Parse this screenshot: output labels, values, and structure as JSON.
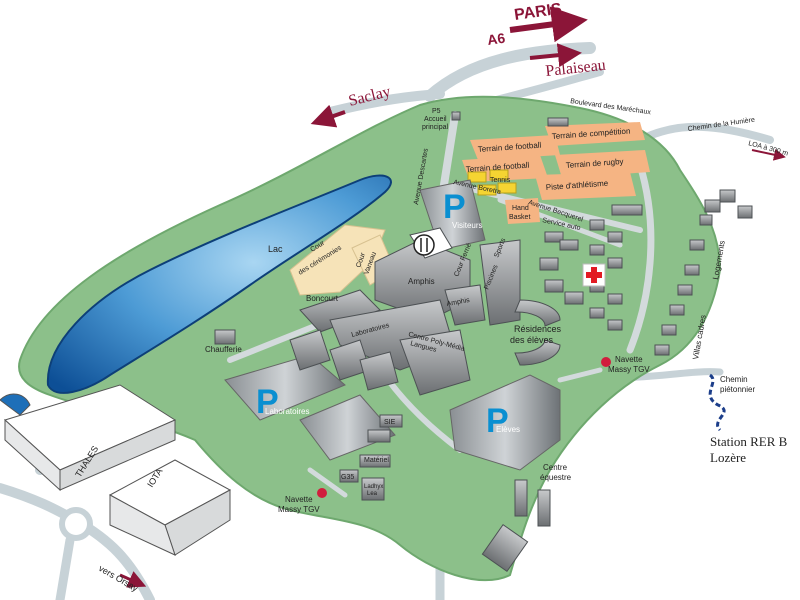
{
  "directions": {
    "paris": "PARIS",
    "a6": "A6",
    "palaiseau": "Palaiseau",
    "saclay": "Saclay",
    "orsay": "vers Orsay",
    "loa": "LOA à 300 m"
  },
  "roads": {
    "boulevard": "Boulevard des Maréchaux",
    "huniere": "Chemin de la Hunière",
    "descartes": "Avenue Descartes",
    "boretra": "Avenue Boretra",
    "becquerel": "Avenue Becquerel",
    "pietonnier_1": "Chemin",
    "pietonnier_2": "piétonnier"
  },
  "places": {
    "p5_1": "P5",
    "p5_2": "Accueil",
    "p5_3": "principal",
    "lac": "Lac",
    "cour_ceremonies_1": "Cour",
    "cour_ceremonies_2": "des cérémonies",
    "cour_vaneau_1": "Cour",
    "cour_vaneau_2": "Vaneau",
    "cour_ferrie": "Cour Ferrié",
    "boncourt": "Boncourt",
    "amphis": "Amphis",
    "amphis2": "Amphis",
    "sports": "Sports",
    "piscines": "Piscines",
    "chaufferie": "Chaufferie",
    "laboratoires": "Laboratoires",
    "centre_poly_1": "Centre Poly-Média",
    "centre_poly_2": "Langues",
    "residences_1": "Résidences",
    "residences_2": "des élèves",
    "terrain_competition": "Terrain de compétition",
    "terrain_football_1": "Terrain de football",
    "terrain_football_2": "Terrain de football",
    "terrain_rugby": "Terrain de rugby",
    "piste": "Piste d'athlétisme",
    "tennis": "Tennis",
    "hand_basket_1": "Hand",
    "hand_basket_2": "Basket",
    "service_auto": "Service auto",
    "logements": "Logements",
    "villas": "Villas cadres",
    "navette_1a": "Navette",
    "navette_1b": "Massy TGV",
    "navette_2a": "Navette",
    "navette_2b": "Massy TGV",
    "station_1": "Station RER B",
    "station_2": "Lozère",
    "sie": "SIE",
    "materiel": "Matériel",
    "g35": "G35",
    "ladhyx_1": "Ladhyx",
    "ladhyx_2": "Lea",
    "centre_equestre_1": "Centre",
    "centre_equestre_2": "équestre",
    "thales": "THALES",
    "iota": "IOTA"
  },
  "parking": {
    "symbol": "P",
    "visiteurs": "Visiteurs",
    "laboratoires": "Laboratoires",
    "eleves": "Elèves"
  },
  "colors": {
    "grass": "#8cc08a",
    "grass_dark": "#6ea86e",
    "road": "#c9d3d6",
    "lake": "#1e6fb8",
    "sand": "#f6e3b8",
    "field": "#f5b483",
    "tennis": "#f5d432",
    "parking": "#0a8fd1",
    "arrow": "#8b1538",
    "navette": "#d11d3d",
    "cross": "#e21b23",
    "foot_path": "#1c3e8a"
  }
}
